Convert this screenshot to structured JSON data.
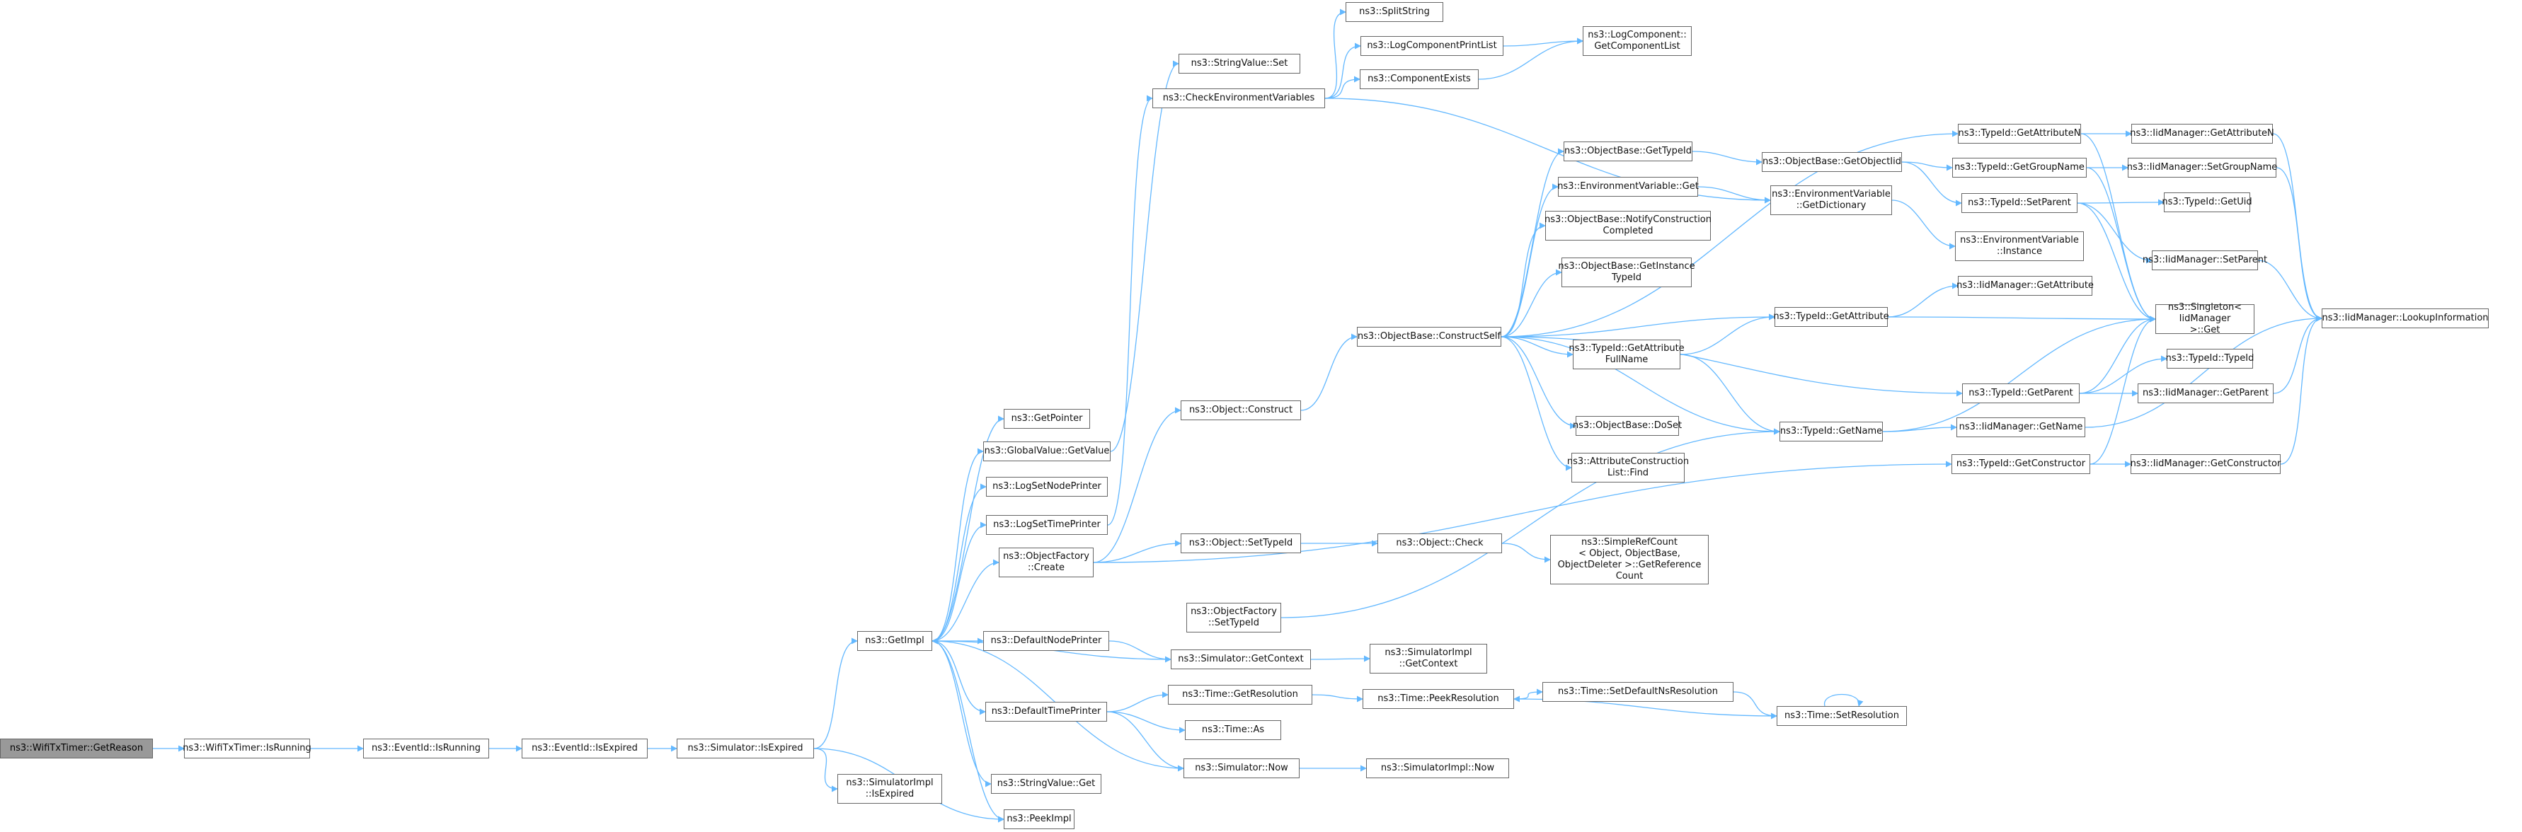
{
  "colors": {
    "edge": "#63b8ff",
    "node_border": "#666666",
    "root_fill": "#999999",
    "node_fill": "#ffffff"
  },
  "nodes": {
    "n01": "ns3::WifiTxTimer::GetReason",
    "n02": "ns3::WifiTxTimer::IsRunning",
    "n03": "ns3::EventId::IsRunning",
    "n04": "ns3::EventId::IsExpired",
    "n05": "ns3::Simulator::IsExpired",
    "n06": "ns3::GetImpl",
    "n07": "ns3::SimulatorImpl\n::IsExpired",
    "n08": "ns3::PeekImpl",
    "n09": "ns3::GetPointer",
    "n10": "ns3::GlobalValue::GetValue",
    "n11": "ns3::LogSetNodePrinter",
    "n12": "ns3::LogSetTimePrinter",
    "n13": "ns3::ObjectFactory\n::Create",
    "n14": "ns3::DefaultNodePrinter",
    "n15": "ns3::DefaultTimePrinter",
    "n16": "ns3::StringValue::Get",
    "n17": "ns3::StringValue::Set",
    "n18": "ns3::CheckEnvironmentVariables",
    "n19": "ns3::Object::Construct",
    "n20": "ns3::Object::SetTypeId",
    "n21": "ns3::ObjectFactory\n::SetTypeId",
    "n22": "ns3::Simulator::GetContext",
    "n23": "ns3::Time::GetResolution",
    "n24": "ns3::Time::As",
    "n25": "ns3::Simulator::Now",
    "n26": "ns3::SplitString",
    "n27": "ns3::LogComponentPrintList",
    "n28": "ns3::ComponentExists",
    "n29": "ns3::LogComponent::\nGetComponentList",
    "n30": "ns3::ObjectBase::ConstructSelf",
    "n31": "ns3::Object::Check",
    "n32": "ns3::SimulatorImpl\n::GetContext",
    "n33": "ns3::Time::PeekResolution",
    "n34": "ns3::SimulatorImpl::Now",
    "n35": "ns3::ObjectBase::GetTypeId",
    "n36": "ns3::EnvironmentVariable::Get",
    "n37": "ns3::ObjectBase::NotifyConstruction\nCompleted",
    "n38": "ns3::ObjectBase::GetInstance\nTypeId",
    "n39": "ns3::TypeId::GetAttribute\nFullName",
    "n40": "ns3::ObjectBase::DoSet",
    "n41": "ns3::AttributeConstruction\nList::Find",
    "n42": "ns3::SimpleRefCount\n< Object, ObjectBase,\nObjectDeleter >::GetReference\nCount",
    "n43": "ns3::Time::SetDefaultNsResolution",
    "n44": "ns3::ObjectBase::GetObjectIid",
    "n45": "ns3::EnvironmentVariable\n::GetDictionary",
    "n46": "ns3::TypeId::GetAttribute",
    "n47": "ns3::TypeId::GetName",
    "n48": "ns3::Time::SetResolution",
    "n49": "ns3::TypeId::GetAttributeN",
    "n50": "ns3::TypeId::GetGroupName",
    "n51": "ns3::TypeId::SetParent",
    "n52": "ns3::EnvironmentVariable\n::Instance",
    "n53": "ns3::IidManager::GetAttribute",
    "n54": "ns3::TypeId::GetParent",
    "n55": "ns3::IidManager::GetName",
    "n56": "ns3::TypeId::GetConstructor",
    "n57": "ns3::IidManager::GetAttributeN",
    "n58": "ns3::IidManager::SetGroupName",
    "n59": "ns3::TypeId::GetUid",
    "n60": "ns3::IidManager::SetParent",
    "n61": "ns3::Singleton< IidManager\n>::Get",
    "n62": "ns3::TypeId::TypeId",
    "n63": "ns3::IidManager::GetParent",
    "n64": "ns3::IidManager::GetConstructor",
    "n65": "ns3::IidManager::LookupInformation"
  }
}
